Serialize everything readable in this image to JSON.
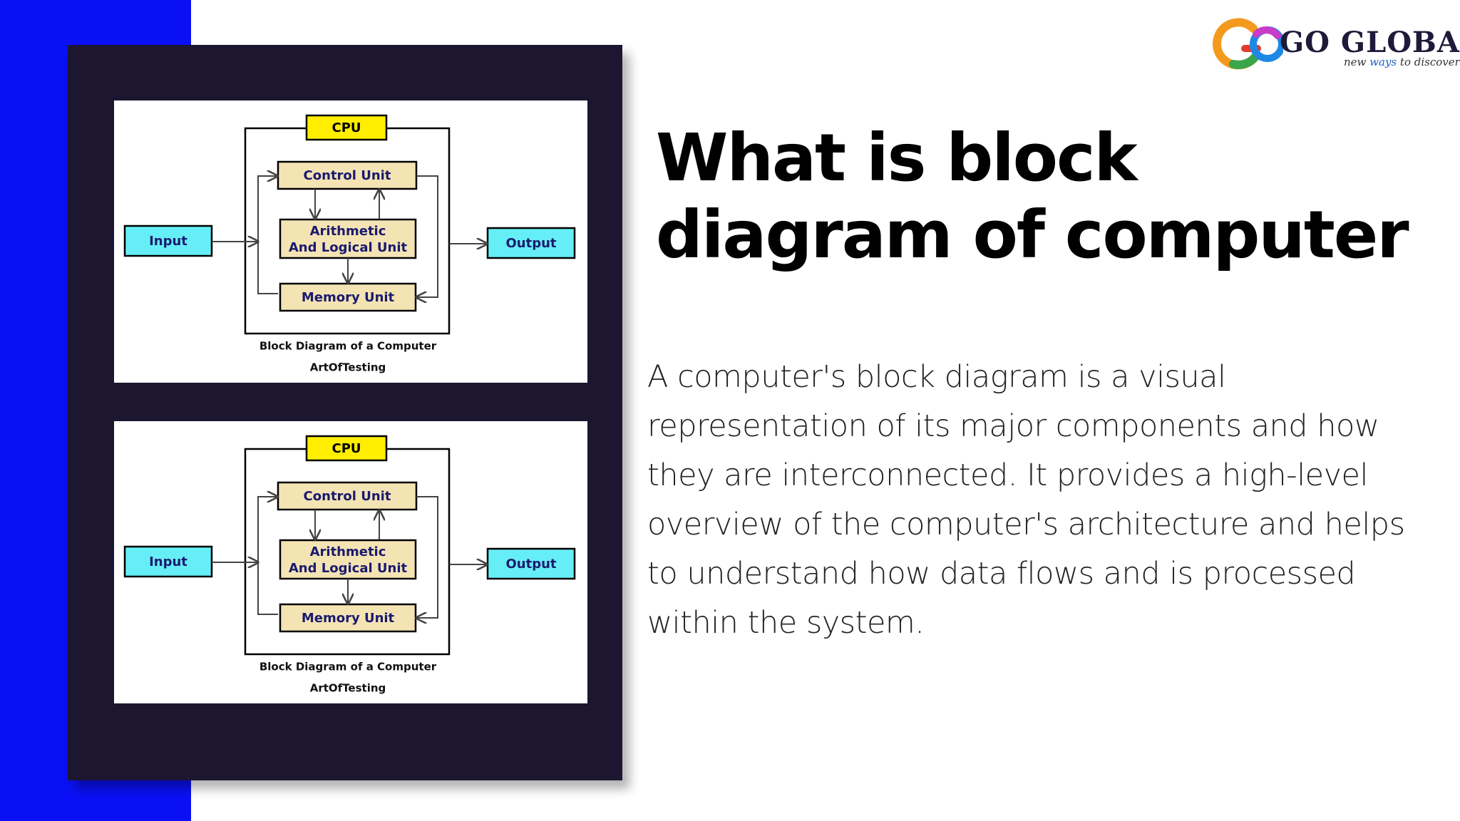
{
  "slide": {
    "title": "What is block diagram of computer",
    "body": "A computer's block diagram is a visual representation of its major components and how they are interconnected. It provides a high-level overview of the computer's architecture and helps to understand how data flows and is processed within the system."
  },
  "logo": {
    "name": "GO GLOBAL",
    "tagline_prefix": "new",
    "tagline_accent": "ways",
    "tagline_suffix": "to discover"
  },
  "diagram": {
    "cpu": "CPU",
    "control_unit": "Control Unit",
    "alu_line1": "Arithmetic",
    "alu_line2": "And Logical Unit",
    "memory_unit": "Memory Unit",
    "input": "Input",
    "output": "Output",
    "caption": "Block Diagram of a Computer",
    "source": "ArtOfTesting"
  },
  "colors": {
    "blue_band": "#0a10f5",
    "dark_panel": "#1c1630",
    "cpu_box": "#ffee00",
    "unit_box": "#f4e4b4",
    "io_box": "#66eef6"
  }
}
